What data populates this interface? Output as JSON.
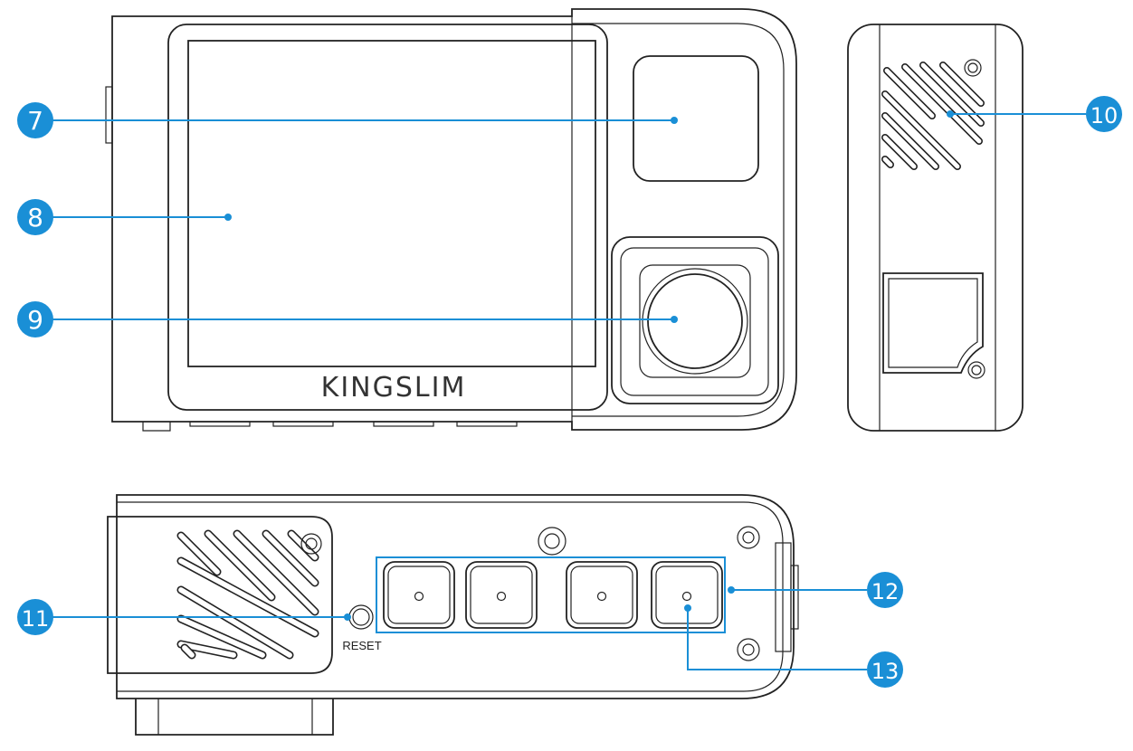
{
  "brand": {
    "text": "KINGSLIM"
  },
  "labels": {
    "reset": "RESET"
  },
  "callouts": [
    {
      "id": "7",
      "target": "front-camera-window"
    },
    {
      "id": "8",
      "target": "screen"
    },
    {
      "id": "9",
      "target": "rear-lens"
    },
    {
      "id": "10",
      "target": "speaker"
    },
    {
      "id": "11",
      "target": "reset-button"
    },
    {
      "id": "12",
      "target": "button-group"
    },
    {
      "id": "13",
      "target": "button"
    }
  ],
  "colors": {
    "accent": "#1a8fd6",
    "line": "#222222"
  }
}
